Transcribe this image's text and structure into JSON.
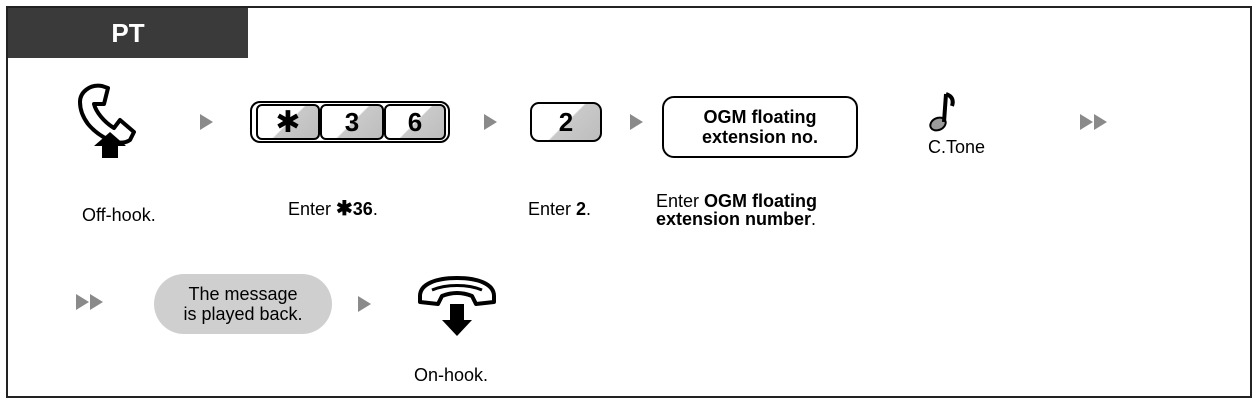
{
  "header": {
    "tab_label": "PT"
  },
  "steps": {
    "offhook": {
      "icon": "handset-lift-icon",
      "label": "Off-hook."
    },
    "enter_star36": {
      "keys": [
        "✱",
        "3",
        "6"
      ],
      "label_prefix": "Enter ",
      "label_star": "✱",
      "label_bold": "36",
      "label_suffix": "."
    },
    "enter_2": {
      "key": "2",
      "label_prefix": "Enter ",
      "label_bold": "2",
      "label_suffix": "."
    },
    "enter_ogm": {
      "box_text": "OGM floating\nextension no.",
      "label_prefix": "Enter ",
      "label_bold_line1": "OGM floating",
      "label_bold_line2": "extension number",
      "label_suffix": "."
    },
    "ctone": {
      "icon": "music-note-icon",
      "label": "C.Tone"
    },
    "message": {
      "pill_text": "The message\nis played back."
    },
    "onhook": {
      "icon": "handset-hangup-icon",
      "label": "On-hook."
    }
  },
  "colors": {
    "tab_bg": "#3a3a3a",
    "arrow": "#8a8a8a",
    "pill_bg": "#cfcfcf",
    "key_shade": "#bdbdbd"
  }
}
